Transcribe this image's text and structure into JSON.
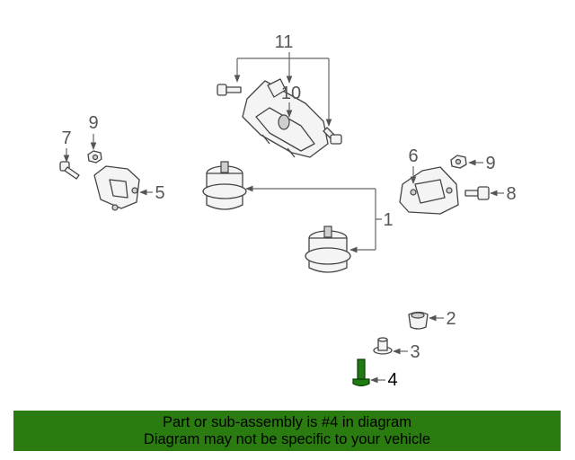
{
  "callouts": {
    "c1": "1",
    "c2": "2",
    "c3": "3",
    "c4": "4",
    "c5": "5",
    "c6": "6",
    "c7": "7",
    "c8": "8",
    "c9a": "9",
    "c9b": "9",
    "c10": "10",
    "c11": "11"
  },
  "highlight_color": "#2a7c10",
  "banner": {
    "line1": "Part or sub-assembly is #4 in diagram",
    "line2": "Diagram may not be specific to your vehicle"
  }
}
